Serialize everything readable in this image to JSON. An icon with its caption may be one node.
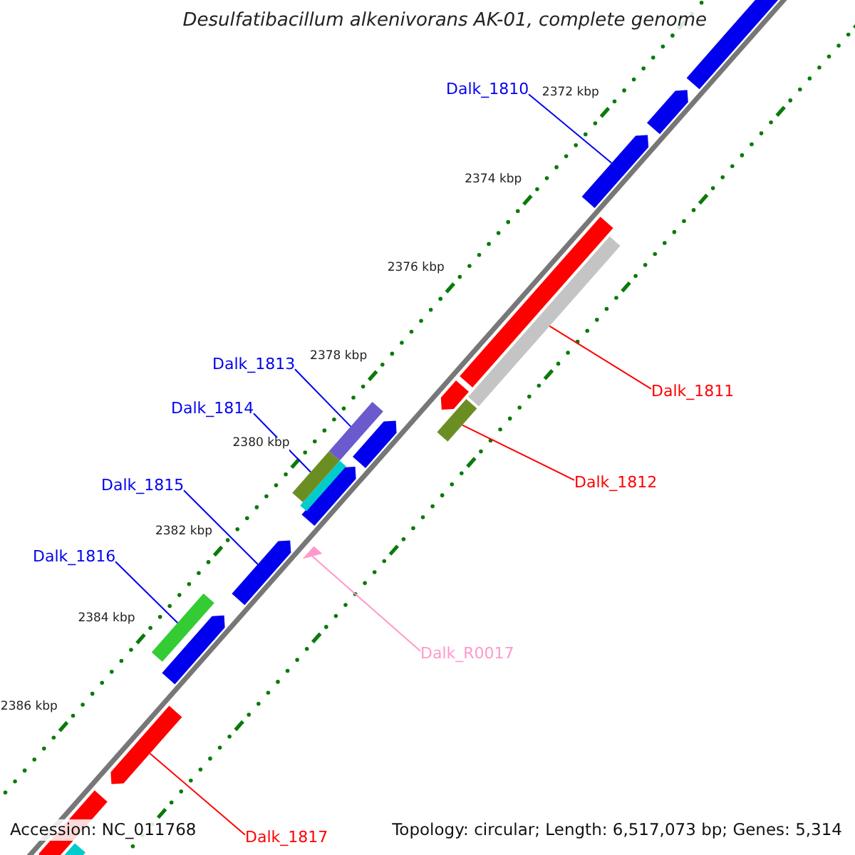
{
  "diagram": {
    "title": "Desulfatibacillum alkenivorans AK-01, complete genome",
    "nodes": [
      {
        "text": [
          "Dalk_1810"
        ]
      },
      {
        "text": [
          "Dalk_1811"
        ]
      },
      {
        "text": [
          "Dalk_1813"
        ]
      },
      {
        "text": [
          "Dalk_1814"
        ]
      },
      {
        "text": [
          "Dalk_1812"
        ]
      },
      {
        "text": [
          "Dalk_1815"
        ]
      },
      {
        "text": [
          "Dalk_1816"
        ]
      },
      {
        "text": [
          "Dalk_R0017"
        ]
      },
      {
        "text": [
          "Dalk_1817"
        ]
      },
      {
        "text": [],
        "shape": "bar"
      },
      {
        "text": [],
        "shape": "bar"
      },
      {
        "text": [],
        "shape": "bar"
      },
      {
        "text": [],
        "shape": "bar"
      },
      {
        "text": [],
        "shape": "bar"
      },
      {
        "text": [],
        "shape": "bar"
      },
      {
        "text": [],
        "shape": "bar"
      },
      {
        "text": [],
        "shape": "bar"
      },
      {
        "text": [],
        "shape": "bar"
      },
      {
        "text": [],
        "shape": "bar"
      },
      {
        "text": [],
        "shape": "bar"
      },
      {
        "text": [],
        "shape": "bar"
      },
      {
        "text": [],
        "shape": "triangle"
      },
      {
        "text": [],
        "shape": "bar"
      },
      {
        "text": [],
        "shape": "bar"
      },
      {
        "text": [],
        "shape": "bar"
      },
      {
        "text": [],
        "shape": "bar"
      },
      {
        "text": [],
        "shape": "bar"
      },
      {
        "text": [],
        "shape": "bar"
      }
    ],
    "edges": [
      {
        "from": 0,
        "to": 11,
        "arrow": "none"
      },
      {
        "from": 1,
        "to": 13,
        "arrow": "none",
        "color": "#ff0000"
      },
      {
        "from": 2,
        "to": 17,
        "arrow": "none"
      },
      {
        "from": 3,
        "to": 20,
        "arrow": "none"
      },
      {
        "from": 4,
        "to": 15,
        "arrow": "none",
        "color": "#ff0000"
      },
      {
        "from": 5,
        "to": 22,
        "arrow": "none"
      },
      {
        "from": 6,
        "to": 23,
        "arrow": "none"
      },
      {
        "from": 7,
        "to": 21,
        "arrow": "none",
        "color": "#ff99cc"
      },
      {
        "from": 8,
        "to": 25,
        "arrow": "none",
        "color": "#ff0000"
      }
    ],
    "labels": [
      "2372 kbp",
      "2374 kbp",
      "2376 kbp",
      "2378 kbp",
      "2380 kbp",
      "2382 kbp",
      "2384 kbp",
      "2386 kbp",
      "Accession: NC_011768",
      "Topology: circular; Length: 6,517,073 bp; Genes: 5,314"
    ]
  }
}
